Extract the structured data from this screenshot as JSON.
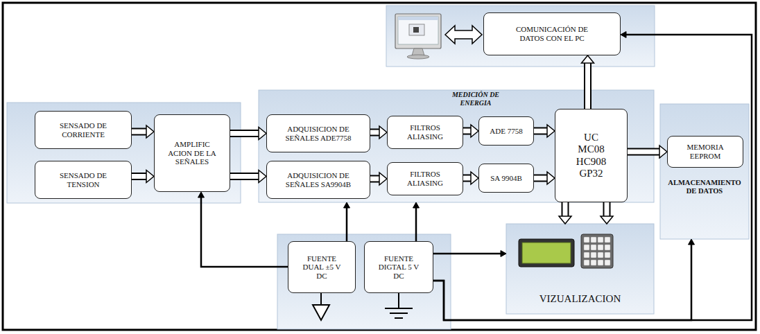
{
  "diagram": {
    "nodes": [
      {
        "text": [
          "COMUNICACIÓN DE DATOS CON EL PC"
        ]
      },
      {
        "text": [
          "MEDICIÓN DE ENERGIA"
        ]
      },
      {
        "text": [
          "SENSADO DE CORRIENTE"
        ]
      },
      {
        "text": [
          "SENSADO DE TENSION"
        ]
      },
      {
        "text": [
          "AMPLIFIC ACION DE LA SEÑALES"
        ]
      },
      {
        "text": [
          "ADQUISICION DE SEÑALES ADE7758"
        ],
        "in": 1
      },
      {
        "text": [
          "FILTROS ALIASING"
        ],
        "in": 1
      },
      {
        "text": [
          "ADE 7758"
        ],
        "in": 1
      },
      {
        "text": [
          "UC MC08 HC908 GP32"
        ],
        "in": 1
      },
      {
        "text": [
          "ADQUISICION DE SEÑALES SA9904B"
        ],
        "in": 1
      },
      {
        "text": [
          "FILTROS ALIASING"
        ],
        "in": 1
      },
      {
        "text": [
          "SA 9904B"
        ],
        "in": 1
      },
      {
        "text": [
          "ALMACENAMIENTO DE DATOS"
        ]
      },
      {
        "text": [
          "MEMORIA EEPROM"
        ],
        "in": 12
      },
      {
        "text": [
          "FUENTE DUAL ±5 V DC"
        ]
      },
      {
        "text": [
          "FUENTE DIGTAL 5 V DC"
        ]
      },
      {
        "text": [
          "VIZUALIZACION"
        ]
      }
    ],
    "edges": [
      {
        "from": 2,
        "to": 4,
        "arrow": "to"
      },
      {
        "from": 3,
        "to": 4,
        "arrow": "to"
      },
      {
        "from": 4,
        "to": 5,
        "arrow": "to"
      },
      {
        "from": 4,
        "to": 9,
        "arrow": "to"
      },
      {
        "from": 5,
        "to": 6,
        "arrow": "to"
      },
      {
        "from": 6,
        "to": 7,
        "arrow": "to"
      },
      {
        "from": 7,
        "to": 8,
        "arrow": "to"
      },
      {
        "from": 9,
        "to": 10,
        "arrow": "to"
      },
      {
        "from": 10,
        "to": 11,
        "arrow": "to"
      },
      {
        "from": 11,
        "to": 8,
        "arrow": "to"
      },
      {
        "from": 8,
        "to": 0,
        "arrow": "to"
      },
      {
        "from": 8,
        "to": 13,
        "arrow": "to"
      },
      {
        "from": 8,
        "to": 16,
        "arrow": "to"
      },
      {
        "from": 8,
        "to": 16,
        "arrow": "to"
      },
      {
        "from": 14,
        "to": 4,
        "arrow": "to"
      },
      {
        "from": 14,
        "to": 1,
        "arrow": "to"
      },
      {
        "from": 15,
        "to": 1,
        "arrow": "to"
      },
      {
        "from": 15,
        "to": 16,
        "arrow": "to"
      },
      {
        "from": 15,
        "to": 12,
        "arrow": "to"
      },
      {
        "from": 15,
        "to": 0,
        "arrow": "to"
      }
    ]
  }
}
